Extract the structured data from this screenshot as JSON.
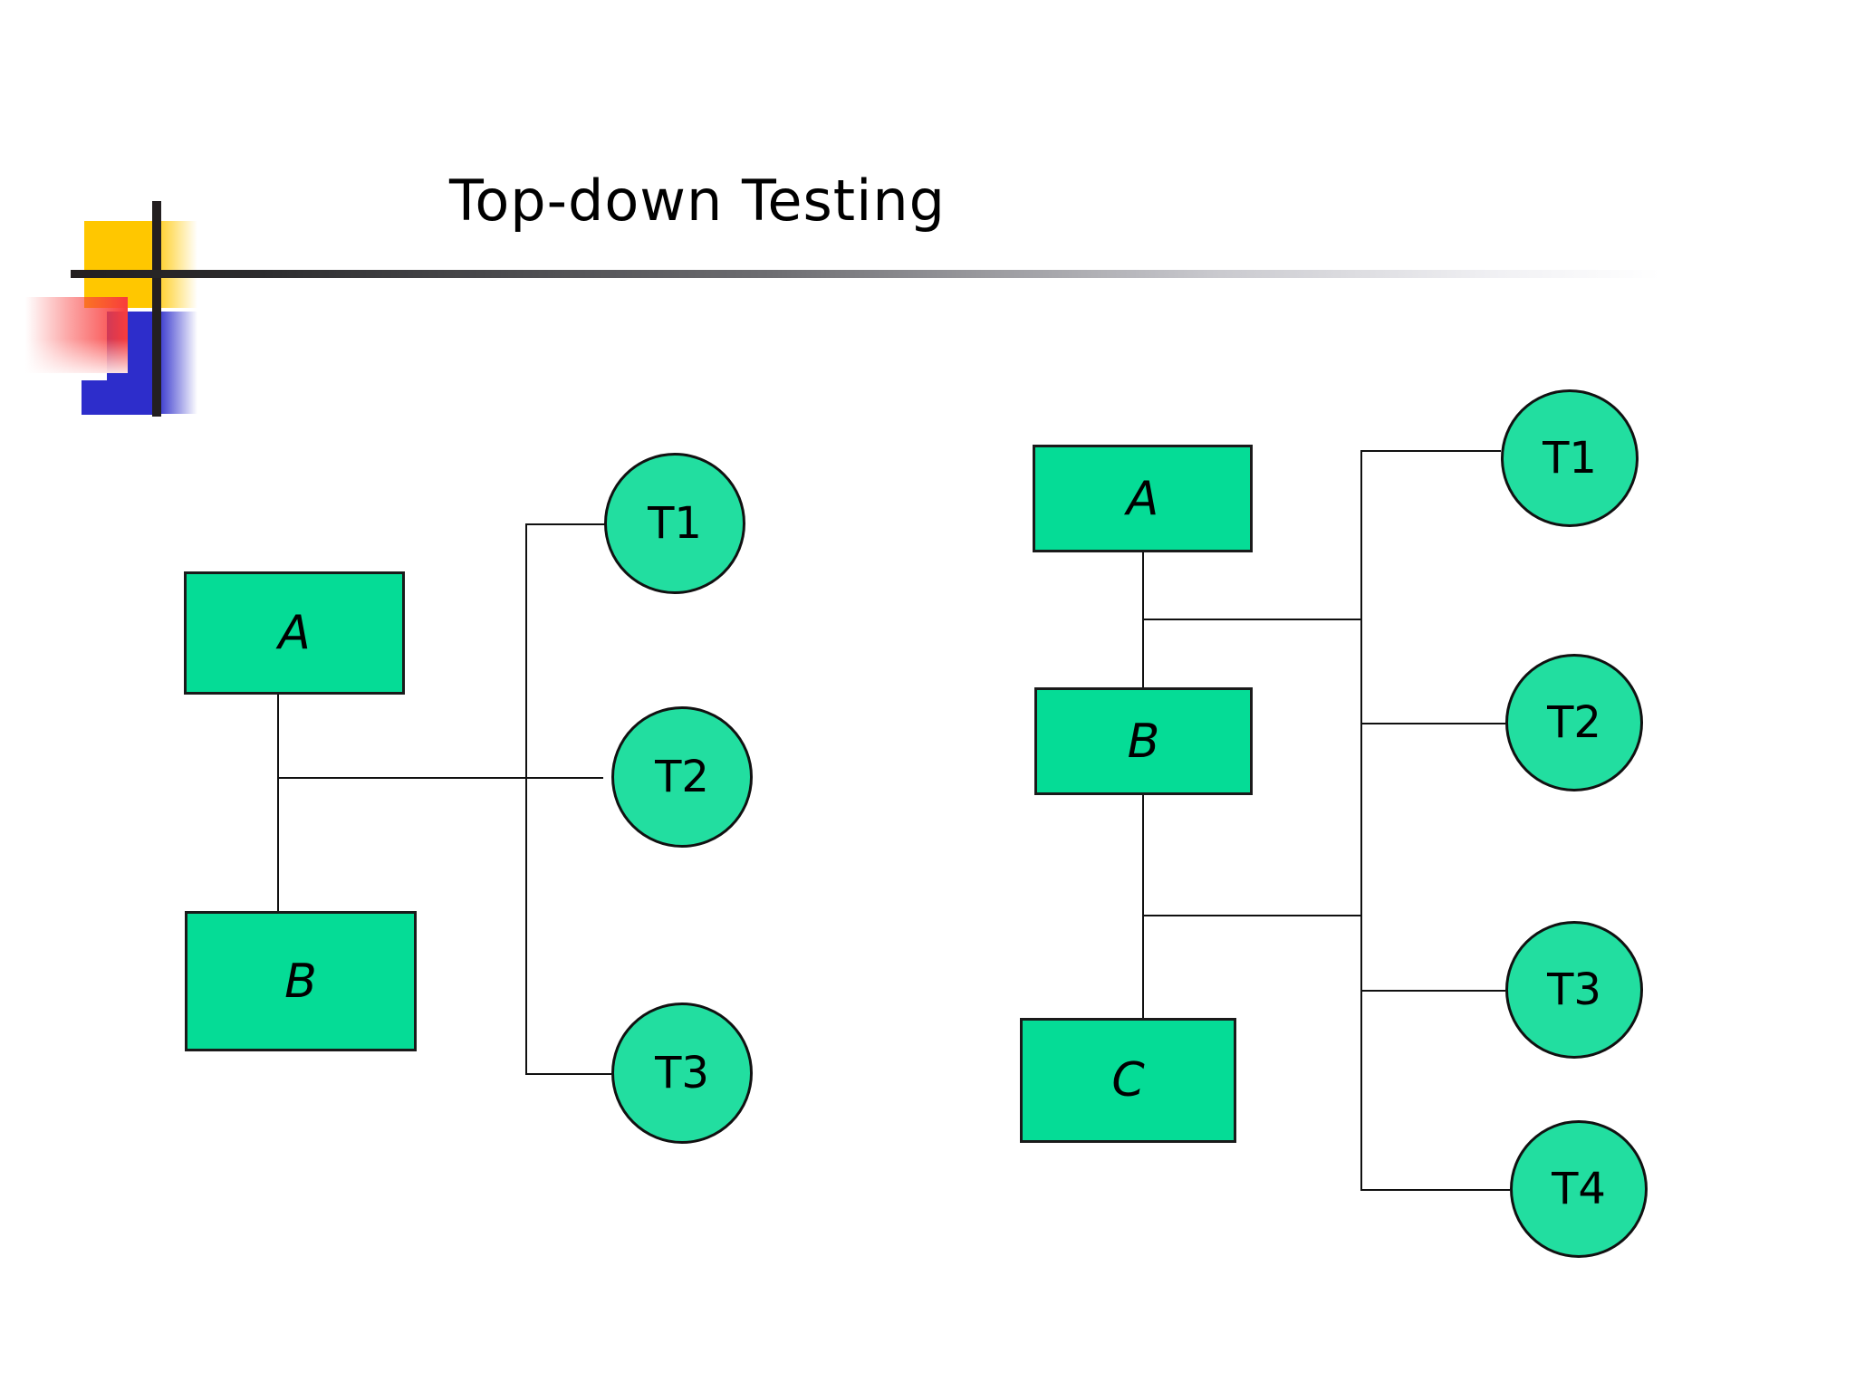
{
  "slide": {
    "title": "Top-down Testing",
    "background_color": "#ffffff"
  },
  "theme": {
    "node_fill": "#05DC96",
    "stub_fill": "#22DEA0",
    "node_stroke": "#1a1a1a",
    "edge_color": "#101010",
    "logo_yellow": "#FFC700",
    "logo_red": "#F83C3C",
    "logo_blue": "#2D2DCB",
    "logo_bar": "#231f20"
  },
  "logo": {
    "name": "powerpoint-template-logo",
    "shapes": [
      "yellow-square",
      "red-square",
      "blue-square",
      "vertical-bar",
      "horizontal-rule"
    ]
  },
  "diagrams": [
    {
      "id": "stage-one",
      "name": "top-down-testing-stage-1",
      "modules": [
        {
          "id": "mod-a",
          "label": "A"
        },
        {
          "id": "mod-b",
          "label": "B"
        }
      ],
      "stubs": [
        {
          "id": "stub-t1",
          "label": "T1"
        },
        {
          "id": "stub-t2",
          "label": "T2"
        },
        {
          "id": "stub-t3",
          "label": "T3"
        }
      ],
      "connections": [
        {
          "from": "A",
          "to": "B"
        },
        {
          "from": "A",
          "to": "T1"
        },
        {
          "from": "A",
          "to": "T2"
        },
        {
          "from": "A",
          "to": "T3"
        }
      ]
    },
    {
      "id": "stage-two",
      "name": "top-down-testing-stage-2",
      "modules": [
        {
          "id": "mod-a",
          "label": "A"
        },
        {
          "id": "mod-b",
          "label": "B"
        },
        {
          "id": "mod-c",
          "label": "C"
        }
      ],
      "stubs": [
        {
          "id": "stub-t1",
          "label": "T1"
        },
        {
          "id": "stub-t2",
          "label": "T2"
        },
        {
          "id": "stub-t3",
          "label": "T3"
        },
        {
          "id": "stub-t4",
          "label": "T4"
        }
      ],
      "connections": [
        {
          "from": "A",
          "to": "B"
        },
        {
          "from": "B",
          "to": "C"
        },
        {
          "from": "A",
          "to": "T1"
        },
        {
          "from": "A",
          "to": "T2"
        },
        {
          "from": "B",
          "to": "T3"
        },
        {
          "from": "B",
          "to": "T4"
        }
      ]
    }
  ]
}
